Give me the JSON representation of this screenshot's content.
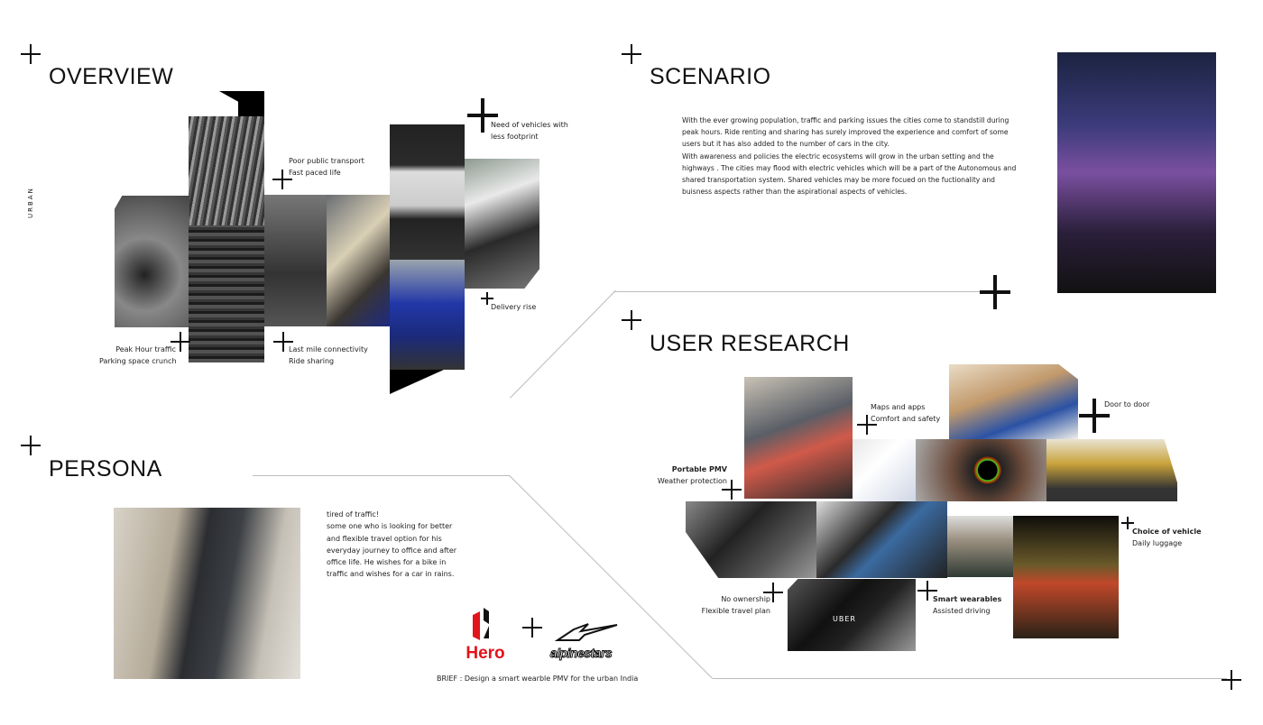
{
  "overview": {
    "title": "OVERVIEW",
    "side_label": "URBAN",
    "notes": {
      "public_transport": [
        "Poor public transport",
        "Fast paced life"
      ],
      "footprint": [
        "Need of vehicles with",
        "less footprint"
      ],
      "delivery": "Delivery rise",
      "peak": [
        "Peak Hour traffic",
        "Parking space crunch"
      ],
      "last_mile": [
        "Last mile connectivity",
        "Ride sharing"
      ]
    }
  },
  "scenario": {
    "title": "SCENARIO",
    "paragraph1": "With the ever growing population, traffic and parking issues the cities come to standstill during peak hours. Ride renting and sharing has surely improved the experience and comfort of some users but it has also added to the number of cars in the city.",
    "paragraph2": "With awareness and policies the electric ecosystems will grow in the urban setting and the highways . The cities may flood with electric vehicles which will be a part of the Autonomous and shared transportation system. Shared vehicles may be more focued on the fuctionality and buisness aspects rather than the aspirational aspects of vehicles."
  },
  "user_research": {
    "title": "USER RESEARCH",
    "notes": {
      "maps": [
        "Maps and apps",
        "Comfort and safety"
      ],
      "door": "Door to door",
      "pmv": [
        "Portable PMV",
        "Weather protection"
      ],
      "choice": [
        "Choice of vehicle",
        "Daily luggage"
      ],
      "ownership": [
        "No ownership",
        "Flexible travel plan"
      ],
      "wearables": [
        "Smart wearables",
        "Assisted driving"
      ]
    },
    "uber_logo": "UBER"
  },
  "persona": {
    "title": "PERSONA",
    "lines": [
      "tired of traffic!",
      "some one who is looking for better",
      "and flexible travel option for his",
      "everyday journey to office and after",
      "office life. He wishes for a bike in",
      "traffic and wishes for a car in rains."
    ],
    "brand1": "Hero",
    "brand2": "alpinestars",
    "brief": "BRIEF : Design a smart wearble PMV for the urban India"
  },
  "colors": {
    "hero_red": "#e3131b",
    "line_gray": "#bbbbbb"
  }
}
